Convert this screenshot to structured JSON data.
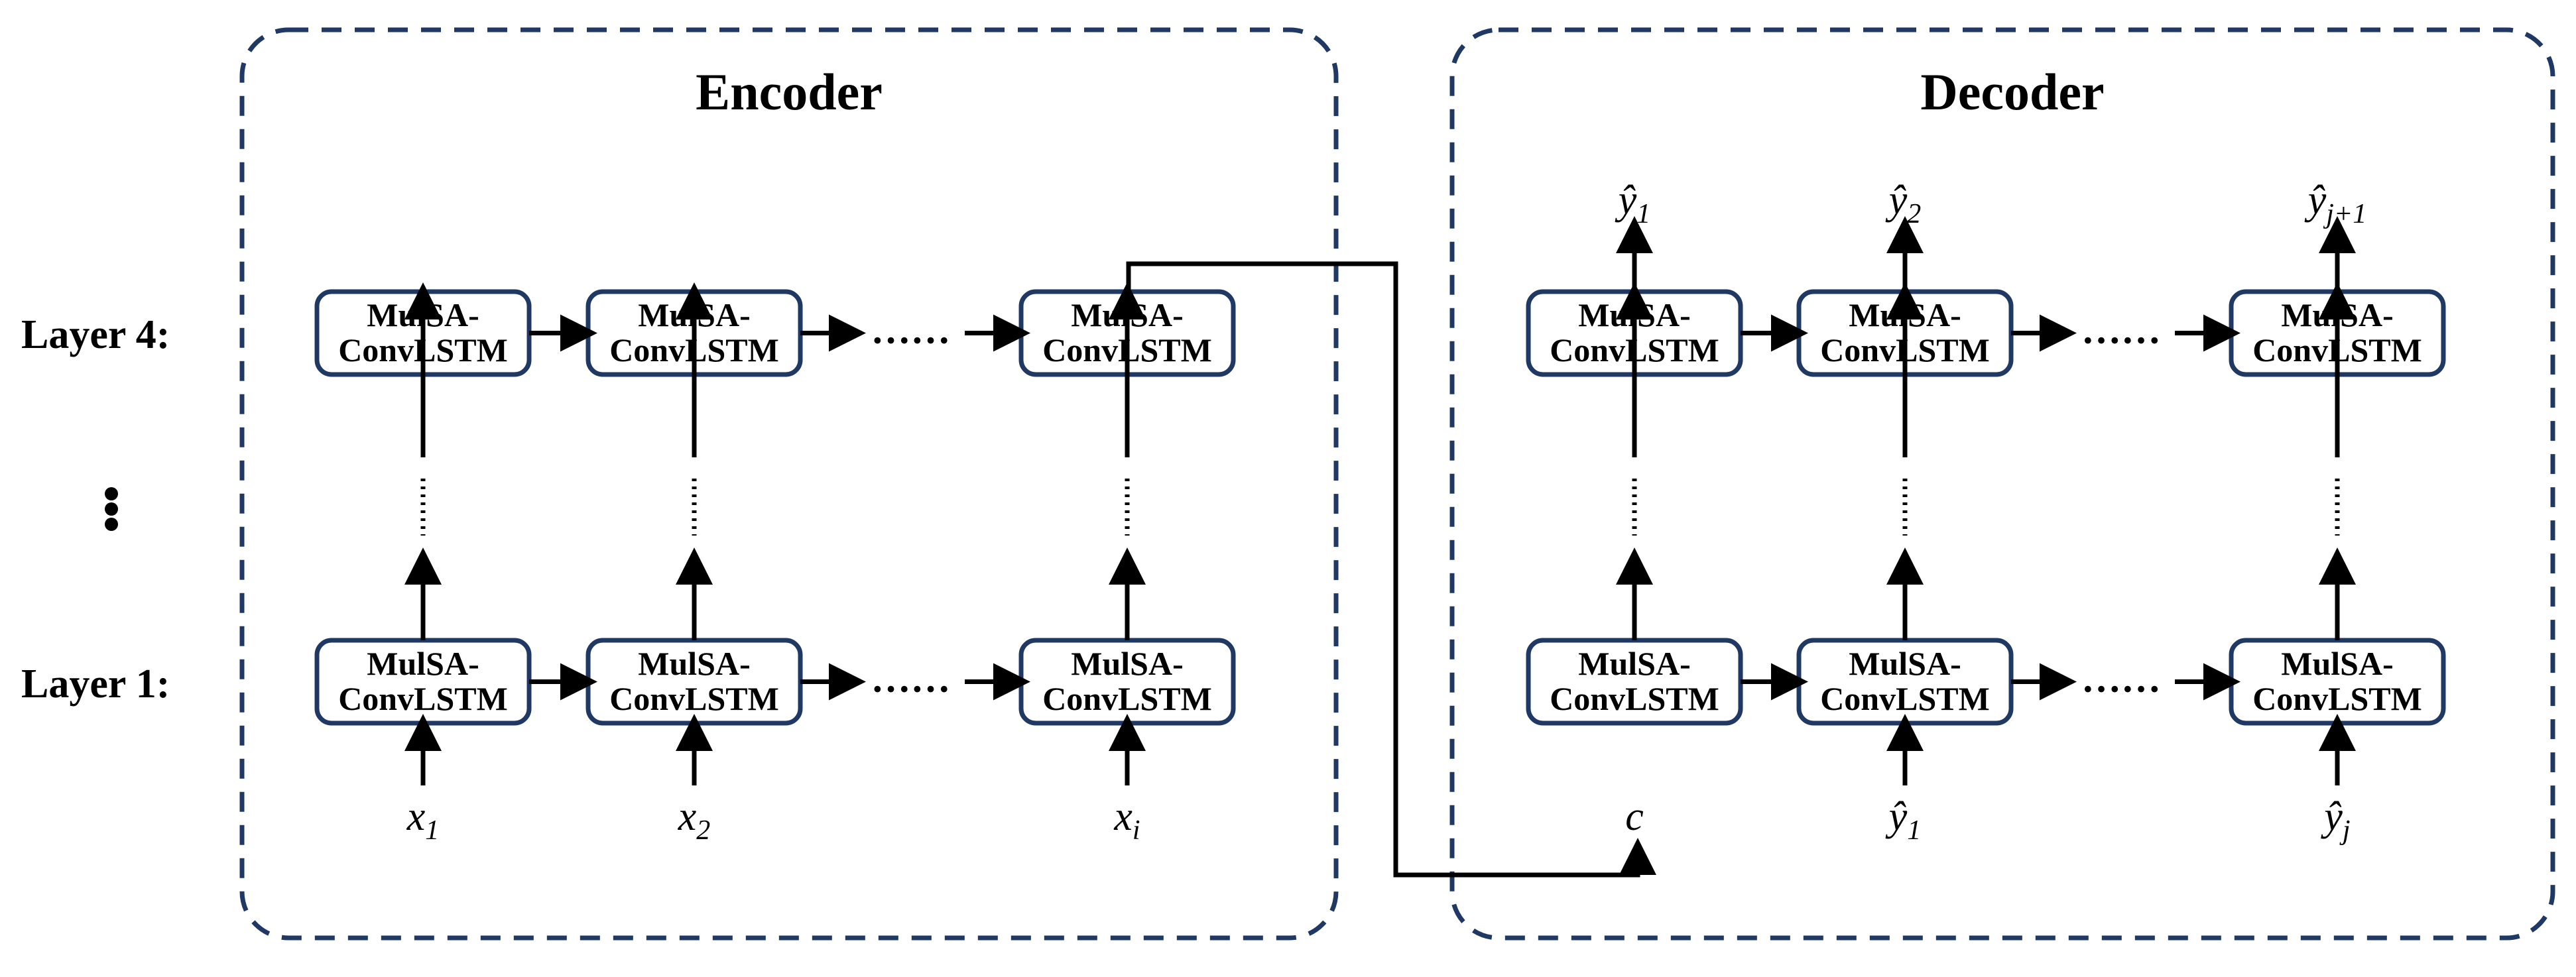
{
  "encoder": {
    "title": "Encoder"
  },
  "decoder": {
    "title": "Decoder"
  },
  "layers": {
    "top": "Layer 4",
    "bottom": "Layer 1"
  },
  "cell": {
    "line1": "MulSA-",
    "line2": "ConvLSTM"
  },
  "ellipsis": "……",
  "encoder_inputs": [
    {
      "base": "x",
      "sub": "1"
    },
    {
      "base": "x",
      "sub": "2"
    },
    {
      "base": "x",
      "sub": "i"
    }
  ],
  "decoder_inputs": [
    {
      "base": "c",
      "sub": "",
      "hat": false
    },
    {
      "base": "y",
      "sub": "1",
      "hat": true
    },
    {
      "base": "y",
      "sub": "j",
      "hat": true
    }
  ],
  "decoder_outputs": [
    {
      "base": "y",
      "sub": "1",
      "hat": true
    },
    {
      "base": "y",
      "sub": "2",
      "hat": true
    },
    {
      "base": "y",
      "sub": "j+1",
      "hat": true
    }
  ]
}
